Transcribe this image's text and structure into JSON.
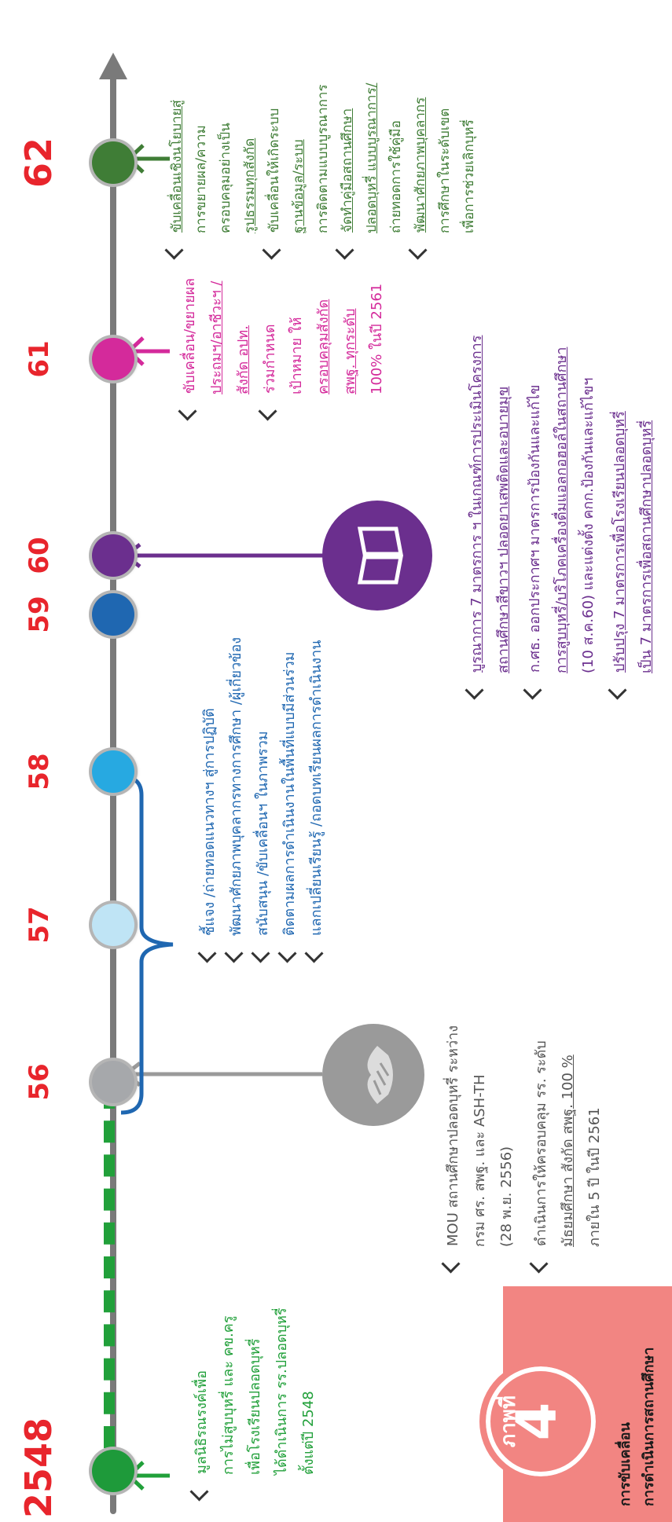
{
  "badge": {
    "label": "ภาพที่",
    "number": "4",
    "caption_line1": "การขับเคลื่อน",
    "caption_line2": "การดำเนินการสถานศึกษา"
  },
  "timeline": {
    "years": [
      "2548",
      "56",
      "57",
      "58",
      "59",
      "60",
      "61",
      "62"
    ],
    "node_colors": [
      "#1e9a3a",
      "#a6a8ab",
      "#bfe4f5",
      "#27a9e1",
      "#1f67b1",
      "#6b2f8e",
      "#d42a9b",
      "#3f7d36"
    ]
  },
  "y2548": {
    "lines": [
      "มูลนิธิรณรงค์เพื่อ",
      "การไม่สูบบุหรี่ และ คข.ครู",
      "เพื่อโรงเรียนปลอดบุหรี่",
      "ได้ดำเนินการ รร.ปลอดบุหรี่",
      "ตั้งแต่ปี 2548"
    ]
  },
  "y56": {
    "item1": [
      "MOU สถานศึกษาปลอดบุหรี่ ระหว่าง",
      "กรม ศร. สพฐ. และ ASH-TH",
      "(28 พ.ย. 2556)"
    ],
    "item2": [
      "ดำเนินการให้ครอบคลุม รร. ระดับ",
      "มัธยมศึกษา  สังกัด สพฐ.  100 %",
      "ภายใน 5 ปี  ในปี 2561"
    ]
  },
  "y57_59": {
    "items": [
      "ชี้แจง /ถ่ายทอดแนวทางฯ สู่การปฏิบัติ",
      "พัฒนาศักยภาพบุคลากรทางการศึกษา /ผู้เกี่ยวข้อง",
      "สนับสนุน /ขับเคลื่อนฯ ในภาพรวม",
      "ติดตามผลการดำเนินงานในพื้นที่แบบมีส่วนร่วม",
      "แลกเปลี่ยนเรียนรู้ /ถอดบทเรียนผลการดำเนินงาน"
    ]
  },
  "y60": {
    "item1": [
      "บูรณาการ 7 มาตรการ ฯ ในเกณฑ์การประเมินโครงการ",
      "สถานศึกษาสีขาวฯ  ปลอดยาเสพติดและอบายมุข"
    ],
    "item2": [
      "ก.ศธ. ออกประกาศฯ มาตรการป้องกันและแก้ไข",
      "การสูบบุหรี่/บริโภคเครื่องดื่มแอลกอฮอล์ในสถานศึกษา",
      "(10 ส.ค.60) และแต่งตั้ง คกก.ป้องกันและแก้ไขฯ"
    ],
    "item3": [
      "ปรับปรุง 7 มาตรการเพื่อโรงเรียนปลอดบุหรี่",
      "เป็น 7 มาตรการเพื่อสถานศึกษาปลอดบุหรี่"
    ]
  },
  "y61": {
    "item1": [
      "ขับเคลื่อน/ขยายผล",
      "ประถมฯ/อาชีวะฯ /",
      "สังกัด อปท."
    ],
    "item2": [
      "ร่วมกำหนด",
      "เป้าหมาย ให้",
      "ครอบคลุมสังกัด",
      "สพฐ. ทุกระดับ",
      "100% ในปี 2561"
    ]
  },
  "y62": {
    "item1": [
      "ขับเคลื่อนเชิงนโยบายสู่",
      "การขยายผล/ความ",
      "ครอบคลุมอย่างเป็น",
      "รูปธรรมทุกสังกัด"
    ],
    "item2": [
      "ขับเคลื่อนให้เกิดระบบ",
      "ฐานข้อมูล/ระบบ",
      "การติดตามแบบบูรณาการ"
    ],
    "item3": [
      "จัดทำคู่มือสถานศึกษา",
      "ปลอดบุหรี่ แบบบูรณาการ/",
      "ถ่ายทอดการใช้คู่มือ"
    ],
    "item4": [
      "พัฒนาศักยภาพบุคลากร",
      "การศึกษาในระดับเขต",
      "เพื่อการช่วยเลิกบุหรี่"
    ]
  }
}
